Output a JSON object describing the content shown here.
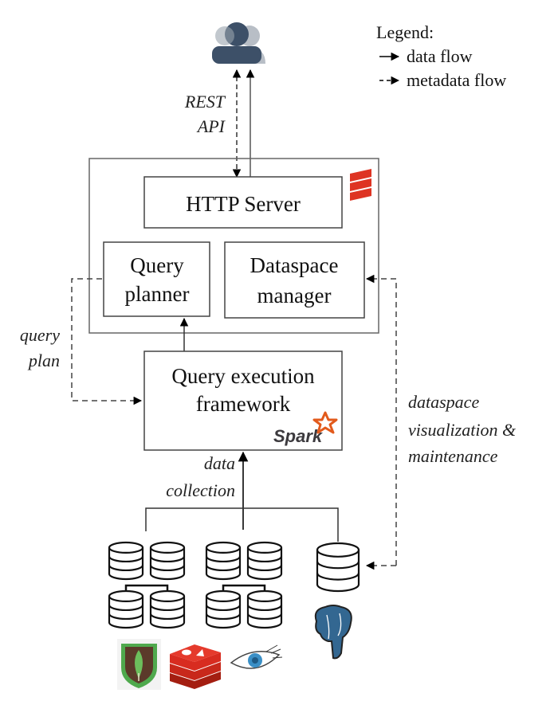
{
  "legend": {
    "title": "Legend:",
    "items": [
      {
        "label": "data flow",
        "style": "solid"
      },
      {
        "label": "metadata flow",
        "style": "dashed"
      }
    ]
  },
  "nodes": {
    "user": {
      "icon": "user-group-icon"
    },
    "http_server": {
      "label": "HTTP Server"
    },
    "query_planner": {
      "line1": "Query",
      "line2": "planner"
    },
    "dataspace_manager": {
      "line1": "Dataspace",
      "line2": "manager"
    },
    "query_execution": {
      "line1": "Query execution",
      "line2": "framework"
    },
    "spark_logo": {
      "label": "Spark"
    }
  },
  "edge_labels": {
    "rest_api": {
      "line1": "REST",
      "line2": "API"
    },
    "query_plan": {
      "line1": "query",
      "line2": "plan"
    },
    "data_collection": {
      "line1": "data",
      "line2": "collection"
    },
    "dataspace_vis": {
      "line1": "dataspace",
      "line2": "visualization &",
      "line3": "maintenance"
    }
  },
  "logos": [
    "scala-logo",
    "spark-logo",
    "mongodb-logo",
    "redis-logo",
    "cassandra-logo",
    "postgresql-logo"
  ],
  "colors": {
    "line": "#333333",
    "box_border": "#555555",
    "user_icon": "#3d5068",
    "scala_red": "#de3423",
    "spark_orange": "#e25a1c",
    "mongo_green": "#4fa94d",
    "mongo_brown": "#5b3a2a",
    "redis_red": "#d82c20",
    "cassandra_blue": "#3a8fc6",
    "postgres_blue": "#336791"
  }
}
